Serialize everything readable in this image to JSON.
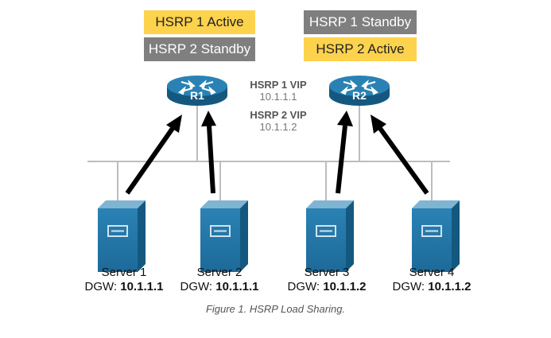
{
  "colors": {
    "active": "#fdd24d",
    "standby": "#7f7f7f",
    "router": "#1f6e9e",
    "server": "#2377a8",
    "link": "#bdbdbd",
    "arrow": "#000000"
  },
  "routers": [
    {
      "label": "R1",
      "icon": "router-icon",
      "badges": [
        {
          "text": "HSRP 1 Active",
          "state": "active"
        },
        {
          "text": "HSRP 2 Standby",
          "state": "standby"
        }
      ]
    },
    {
      "label": "R2",
      "icon": "router-icon",
      "badges": [
        {
          "text": "HSRP 1 Standby",
          "state": "standby"
        },
        {
          "text": "HSRP 2 Active",
          "state": "active"
        }
      ]
    }
  ],
  "vips": [
    {
      "label": "HSRP 1 VIP",
      "address": "10.1.1.1"
    },
    {
      "label": "HSRP 2 VIP",
      "address": "10.1.1.2"
    }
  ],
  "servers": [
    {
      "name": "Server 1",
      "dgw_label": "DGW:",
      "dgw": "10.1.1.1",
      "icon": "server-icon"
    },
    {
      "name": "Server 2",
      "dgw_label": "DGW:",
      "dgw": "10.1.1.1",
      "icon": "server-icon"
    },
    {
      "name": "Server 3",
      "dgw_label": "DGW:",
      "dgw": "10.1.1.2",
      "icon": "server-icon"
    },
    {
      "name": "Server 4",
      "dgw_label": "DGW:",
      "dgw": "10.1.1.2",
      "icon": "server-icon"
    }
  ],
  "caption": "Figure 1. HSRP Load Sharing."
}
